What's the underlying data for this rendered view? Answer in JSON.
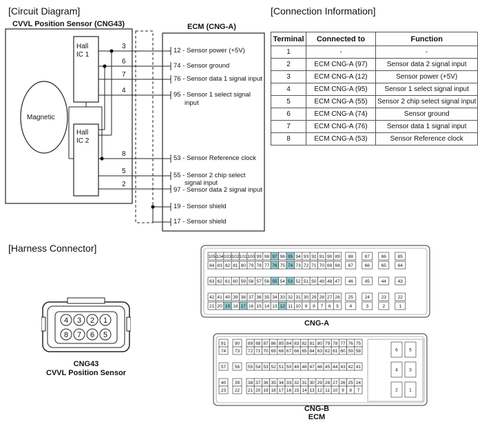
{
  "circuit": {
    "section_title": "[Circuit Diagram]",
    "sensor_title": "CVVL Position Sensor (CNG43)",
    "ecm_title": "ECM (CNG-A)",
    "hall1": [
      "Hall",
      "IC 1"
    ],
    "hall2": [
      "Hall",
      "IC 2"
    ],
    "magnetic": "Magnetic",
    "wires": [
      {
        "num": "3",
        "label": "12 - Sensor power (+5V)"
      },
      {
        "num": "6",
        "label": "74 - Sensor ground"
      },
      {
        "num": "7",
        "label": "76 - Sensor data 1 signal input"
      },
      {
        "num": "4",
        "label": "95 - Sensor 1 select signal",
        "label2": "input"
      },
      {
        "num": "8",
        "label": "53 - Sensor Reference clock"
      },
      {
        "num": "5",
        "label": "55 - Sensor  2 chip select",
        "label2": "signal input"
      },
      {
        "num": "2",
        "label": "97 - Sensor data 2 signal input"
      },
      {
        "num": "",
        "label": "19 - Sensor shield"
      },
      {
        "num": "",
        "label": "17 - Sensor shield"
      }
    ]
  },
  "connection": {
    "section_title": "[Connection Information]",
    "headers": [
      "Terminal",
      "Connected to",
      "Function"
    ],
    "rows": [
      [
        "1",
        "-",
        "-"
      ],
      [
        "2",
        "ECM CNG-A (97)",
        "Sensor data 2 signal input"
      ],
      [
        "3",
        "ECM CNG-A (12)",
        "Sensor power (+5V)"
      ],
      [
        "4",
        "ECM CNG-A (95)",
        "Sensor 1 select signal input"
      ],
      [
        "5",
        "ECM CNG-A (55)",
        "Sensor  2 chip select signal input"
      ],
      [
        "6",
        "ECM CNG-A (74)",
        "Sensor ground"
      ],
      [
        "7",
        "ECM CNG-A (76)",
        "Sensor data 1 signal input"
      ],
      [
        "8",
        "ECM CNG-A (53)",
        "Sensor Reference clock"
      ]
    ]
  },
  "harness": {
    "section_title": "[Harness Connector]",
    "cng43_pins_top": [
      "4",
      "3",
      "2",
      "1"
    ],
    "cng43_pins_bottom": [
      "8",
      "7",
      "6",
      "5"
    ],
    "cng43_label": "CNG43",
    "cng43_sublabel": "CVVL Position Sensor",
    "cnga_label": "CNG-A",
    "cngb_label": "CNG-B",
    "ecm_label": "ECM",
    "highlight_color": "#8fcad1",
    "cnga": {
      "highlighted": [
        "97",
        "95",
        "76",
        "74",
        "55",
        "53",
        "19",
        "17",
        "12"
      ],
      "rows": [
        [
          [
            "105",
            "104",
            "103",
            "102",
            "101",
            "100",
            "99",
            "98",
            "97",
            "96",
            "95",
            "94",
            "93",
            "92",
            "91",
            "90",
            "89"
          ],
          [
            "88"
          ],
          [
            "87"
          ],
          [
            "86"
          ],
          [
            "85"
          ]
        ],
        [
          [
            "84",
            "83",
            "82",
            "81",
            "80",
            "79",
            "78",
            "77",
            "76",
            "75",
            "74",
            "73",
            "72",
            "71",
            "70",
            "69",
            "68"
          ],
          [
            "67"
          ],
          [
            "66"
          ],
          [
            "65"
          ],
          [
            "64"
          ]
        ],
        [
          [
            "63",
            "62",
            "61",
            "60",
            "59",
            "58",
            "57",
            "56",
            "55",
            "54",
            "53",
            "52",
            "51",
            "50",
            "49",
            "48",
            "47"
          ],
          [
            "46"
          ],
          [
            "45"
          ],
          [
            "44"
          ],
          [
            "43"
          ]
        ],
        [
          [
            "42",
            "41",
            "40",
            "39",
            "38",
            "37",
            "36",
            "35",
            "34",
            "33",
            "32",
            "31",
            "30",
            "29",
            "28",
            "27",
            "26"
          ],
          [
            "25"
          ],
          [
            "24"
          ],
          [
            "23"
          ],
          [
            "22"
          ]
        ],
        [
          [
            "21",
            "20",
            "19",
            "18",
            "17",
            "16",
            "15",
            "14",
            "13",
            "12",
            "11",
            "10",
            "9",
            "8",
            "7",
            "6",
            "5"
          ],
          [
            "4"
          ],
          [
            "3"
          ],
          [
            "2"
          ],
          [
            "1"
          ]
        ]
      ]
    },
    "cngb": {
      "rows": [
        [
          [
            "91"
          ],
          [
            "90"
          ],
          [
            "89",
            "88",
            "87",
            "86",
            "85",
            "84",
            "83",
            "82",
            "81",
            "80",
            "79",
            "78",
            "77",
            "76",
            "75"
          ]
        ],
        [
          [
            "74"
          ],
          [
            "73"
          ],
          [
            "72",
            "71",
            "70",
            "69",
            "68",
            "67",
            "66",
            "65",
            "64",
            "63",
            "62",
            "61",
            "60",
            "59",
            "58"
          ]
        ],
        [
          [
            "57"
          ],
          [
            "56"
          ],
          [
            "55",
            "54",
            "53",
            "52",
            "51",
            "50",
            "49",
            "48",
            "47",
            "46",
            "45",
            "44",
            "43",
            "42",
            "41"
          ]
        ],
        [
          [
            "40"
          ],
          [
            "39"
          ],
          [
            "38",
            "37",
            "36",
            "35",
            "34",
            "33",
            "32",
            "31",
            "30",
            "29",
            "28",
            "27",
            "26",
            "25",
            "24"
          ]
        ],
        [
          [
            "23"
          ],
          [
            "22"
          ],
          [
            "21",
            "20",
            "19",
            "18",
            "17",
            "16",
            "15",
            "14",
            "13",
            "12",
            "11",
            "10",
            "9",
            "8",
            "7"
          ]
        ]
      ],
      "side": [
        [
          "6",
          "5"
        ],
        [
          "4",
          "3"
        ],
        [
          "2",
          "1"
        ]
      ]
    }
  }
}
